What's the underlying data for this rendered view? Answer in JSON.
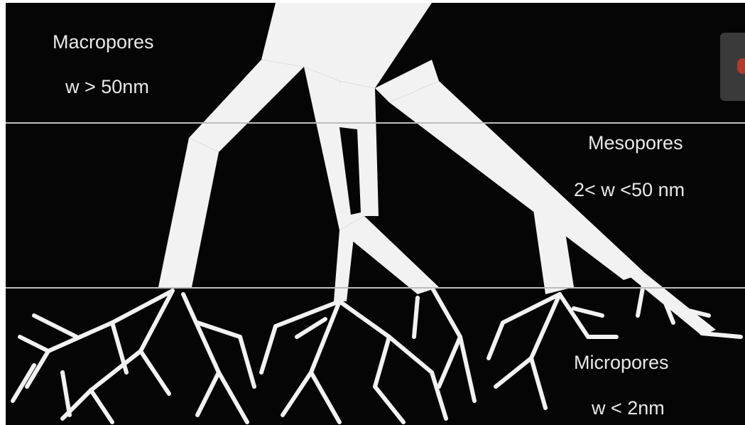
{
  "regions": {
    "macropores": {
      "title": "Macropores",
      "range": "w > 50nm"
    },
    "mesopores": {
      "title": "Mesopores",
      "range": "2< w <50 nm"
    },
    "micropores": {
      "title": "Micropores",
      "range": "w < 2nm"
    }
  },
  "colors": {
    "background": "#050505",
    "pore": "#f2f2f2",
    "divider": "#bdbdbd",
    "text": "#e9e9e9"
  }
}
